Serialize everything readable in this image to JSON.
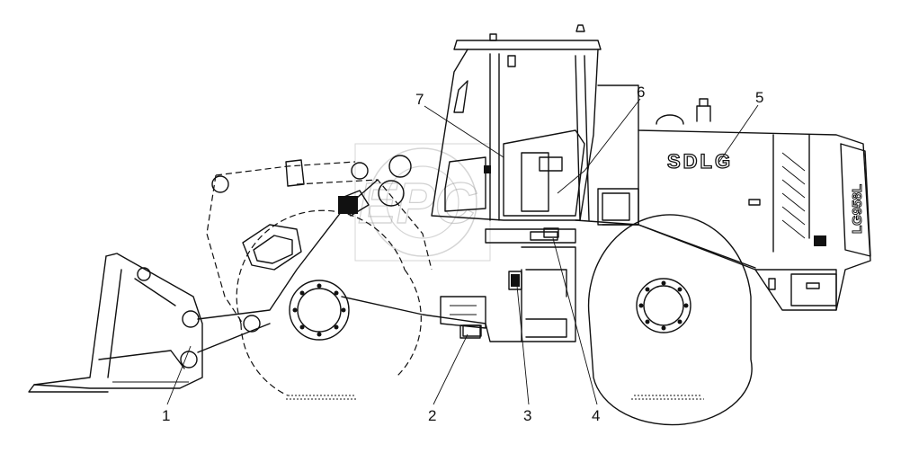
{
  "diagram": {
    "brand_label": "SDLG",
    "model_label": "LG958L",
    "watermark": "EPC",
    "callouts": [
      "1",
      "2",
      "3",
      "4",
      "5",
      "6",
      "7"
    ]
  }
}
